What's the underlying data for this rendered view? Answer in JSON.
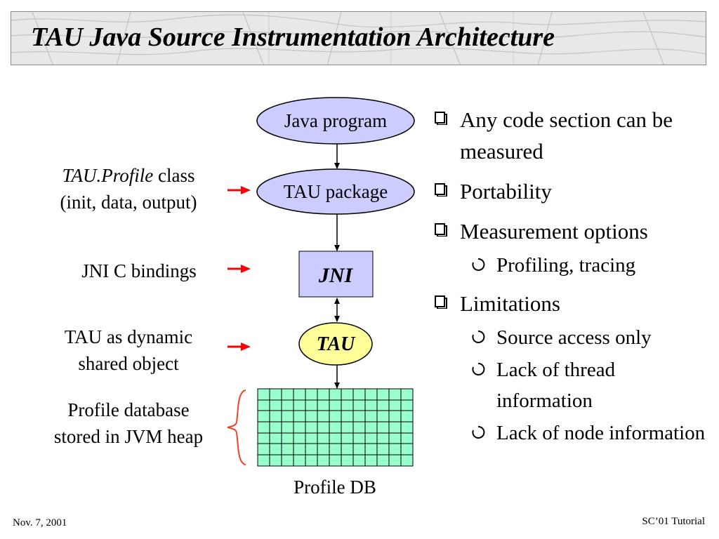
{
  "title": "TAU Java Source Instrumentation Architecture",
  "diagram": {
    "nodes": {
      "java_program": "Java program",
      "tau_package": "TAU package",
      "jni": "JNI",
      "tau": "TAU",
      "profile_db": "Profile DB"
    },
    "labels": {
      "tau_profile_italic": "TAU.Profile",
      "tau_profile_rest": " class",
      "tau_profile_line2": "(init, data, output)",
      "jni_bindings": "JNI C bindings",
      "tau_dynamic_line1": "TAU as dynamic",
      "tau_dynamic_line2": "shared object",
      "profile_db_line1": "Profile database",
      "profile_db_line2": "stored in JVM heap"
    },
    "colors": {
      "ellipse_fill": "#ccccff",
      "tau_fill": "#ffff99",
      "grid_fill": "#99ffcc",
      "arrow_red": "#ff0000",
      "brace": "#ee4422"
    }
  },
  "bullets": {
    "any_code": "Any code section can be measured",
    "portability": "Portability",
    "measurement": "Measurement options",
    "profiling": "Profiling, tracing",
    "limitations": "Limitations",
    "source_access": "Source access only",
    "lack_thread": "Lack of thread information",
    "lack_node": "Lack of node information"
  },
  "footer": {
    "date": "Nov. 7, 2001",
    "event": "SC’01 Tutorial"
  }
}
